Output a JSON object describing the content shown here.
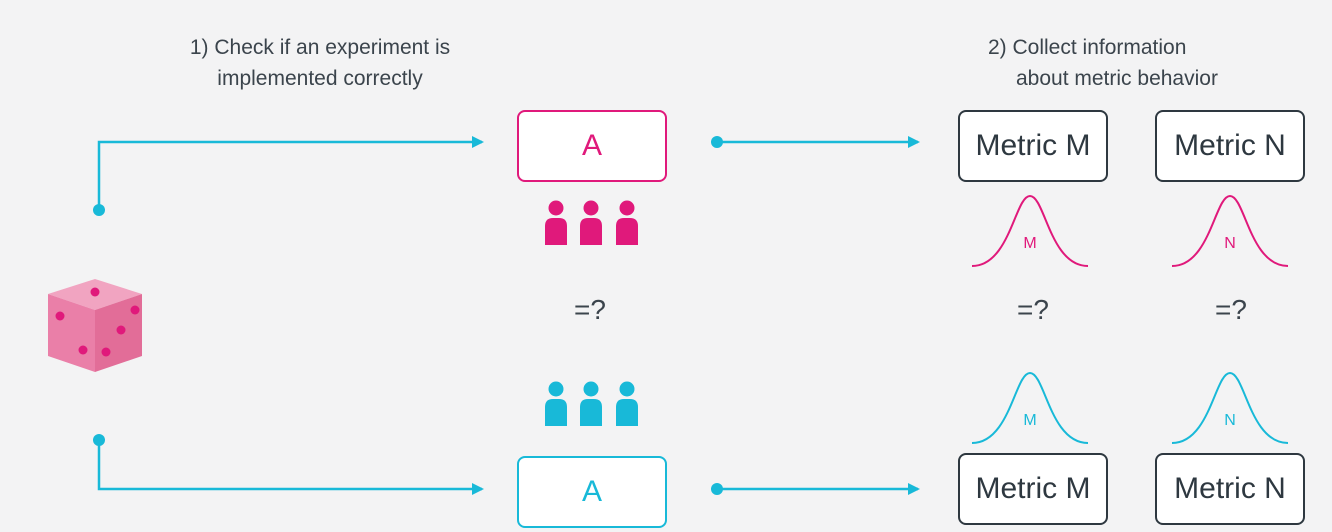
{
  "captions": {
    "left_line1": "1) Check if an experiment is",
    "left_line2": "implemented correctly",
    "right_line1": "2) Collect information",
    "right_line2": "about metric behavior"
  },
  "groups": {
    "top_label": "A",
    "bottom_label": "A"
  },
  "metrics": {
    "top_m": "Metric M",
    "top_n": "Metric N",
    "bottom_m": "Metric M",
    "bottom_n": "Metric N"
  },
  "curves": {
    "top_m": "M",
    "top_n": "N",
    "bottom_m": "M",
    "bottom_n": "N"
  },
  "comparisons": {
    "groups": "=?",
    "metric_m": "=?",
    "metric_n": "=?"
  },
  "colors": {
    "pink": "#e0197b",
    "cyan": "#18b9d8",
    "dark": "#2e3840",
    "die": "#ea7fa8"
  },
  "icons": [
    "dice-icon",
    "people-icon",
    "bell-curve-icon",
    "arrow-icon"
  ]
}
